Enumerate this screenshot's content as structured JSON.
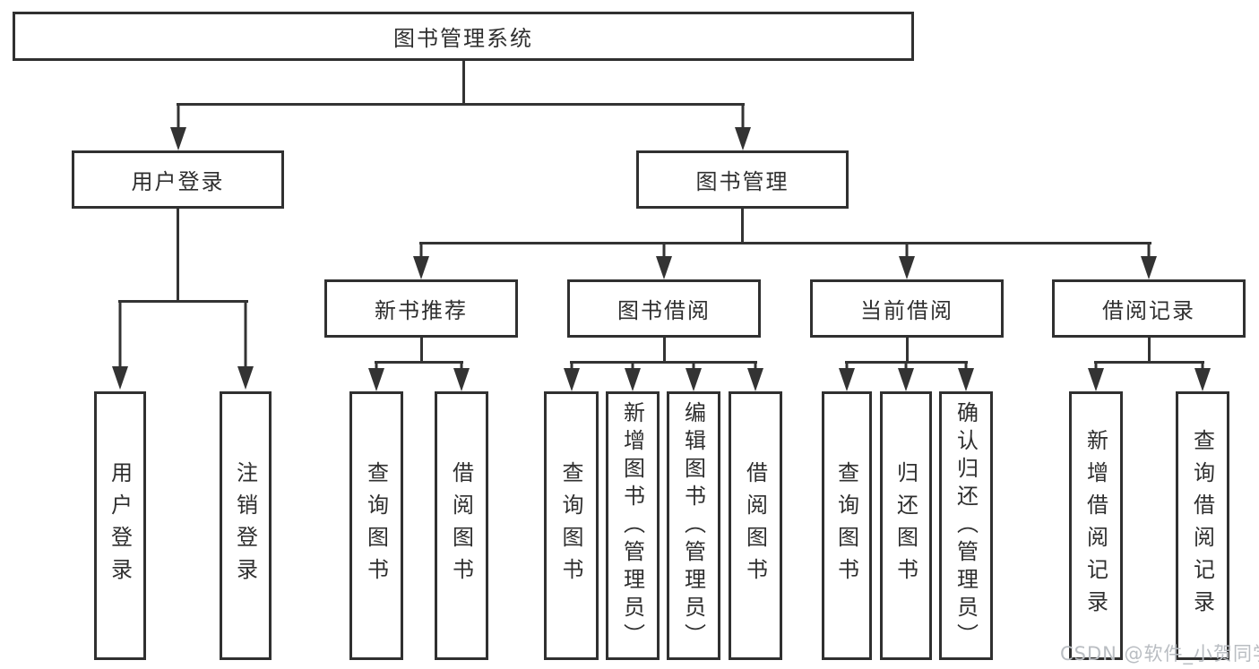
{
  "title": {
    "label": "图书管理系统"
  },
  "level2": {
    "user_login": "用户登录",
    "book_management": "图书管理"
  },
  "level3": {
    "new_book_recommend": "新书推荐",
    "book_borrowing": "图书借阅",
    "current_borrowing": "当前借阅",
    "borrowing_records": "借阅记录"
  },
  "leaves": {
    "user_login": "用户登录",
    "logout": "注销登录",
    "nbr_query_books": "查询图书",
    "nbr_borrow_books": "借阅图书",
    "bb_query_books": "查询图书",
    "bb_add_books_admin": "新增图书（管理员）",
    "bb_edit_books_admin": "编辑图书（管理员）",
    "bb_borrow_books": "借阅图书",
    "cb_query_books": "查询图书",
    "cb_return_books": "归还图书",
    "cb_confirm_return_admin": "确认归还（管理员）",
    "br_add_record": "新增借阅记录",
    "br_query_record": "查询借阅记录"
  },
  "watermark": "CSDN @软件_小贺同学",
  "colors": {
    "line": "#333333",
    "border": "#303030",
    "text": "#2f2f2f",
    "watermark": "#b9bdc2"
  }
}
